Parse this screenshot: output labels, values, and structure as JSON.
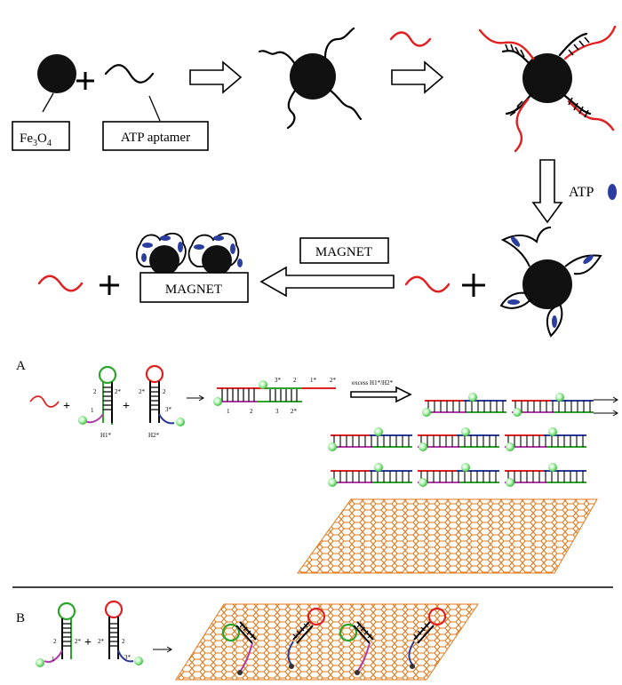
{
  "labels": {
    "fe3o4_base": "Fe",
    "fe3o4_sub1": "3",
    "fe3o4_mid": "O",
    "fe3o4_sub2": "4",
    "aptamer": "ATP aptamer",
    "atp": "ATP",
    "magnet_top": "MAGNET",
    "magnet_block": "MAGNET",
    "panel_a": "A",
    "panel_b": "B",
    "excess": "excess H1*/H2*",
    "h1": "H1*",
    "h2": "H2*",
    "seg_1": "1",
    "seg_2": "2",
    "seg_2s": "2*",
    "seg_3": "3",
    "seg_3s": "3*",
    "seg_1s": "1*"
  },
  "colors": {
    "red_strand": "#e02020",
    "green_strand": "#2aa52a",
    "purple_strand": "#b03aa8",
    "blue_strand": "#2a3a9a",
    "atp_blue": "#2b3ea0",
    "graphene": "#e07a1e",
    "fam": "#7fe07f"
  }
}
